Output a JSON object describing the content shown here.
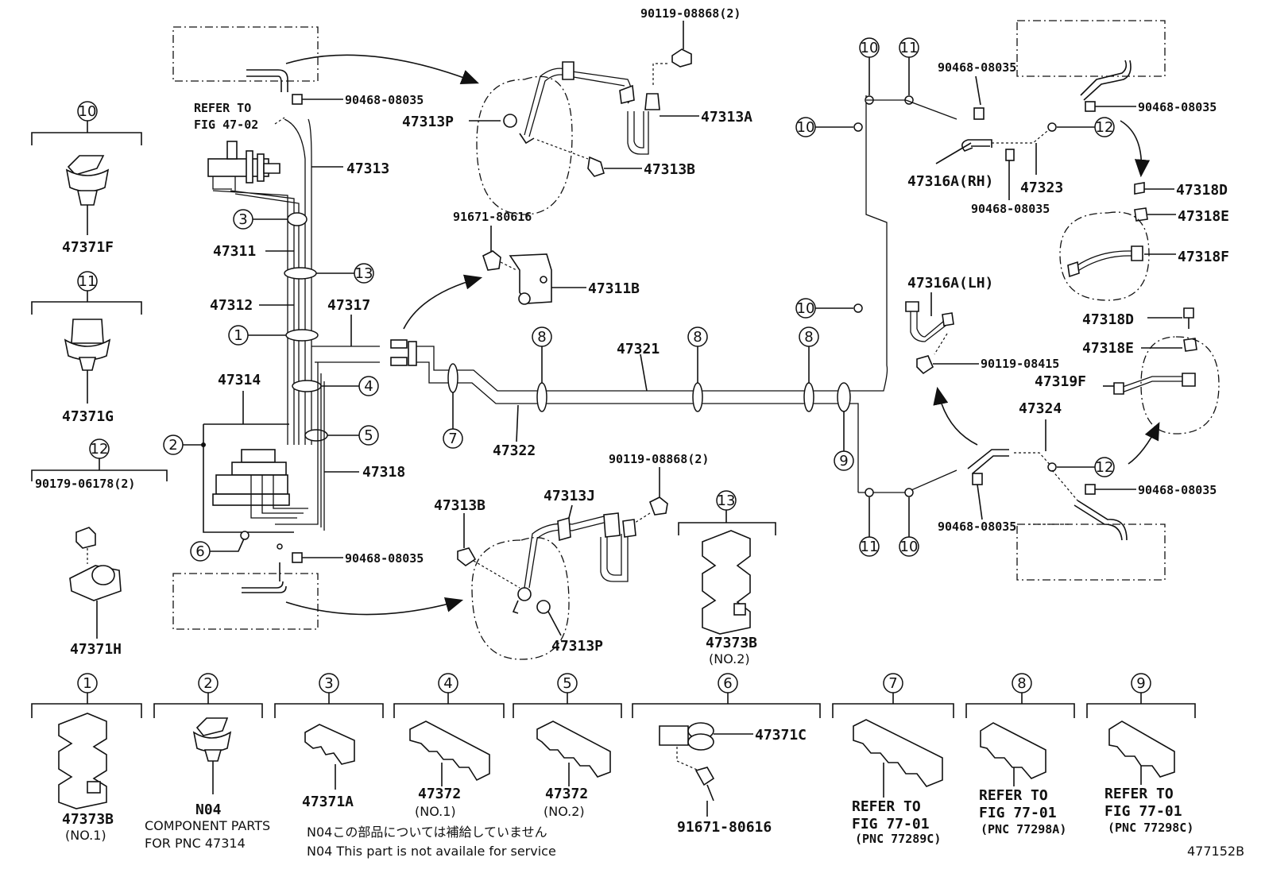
{
  "diagram_id": "477152B",
  "labels": {
    "l47371F": "47371F",
    "l47371G": "47371G",
    "l90179": "90179-06178(2)",
    "l47371H": "47371H",
    "l47373B_top": "47373B",
    "l47373B_top_sub": "(NO.2)",
    "refer_to": "REFER TO",
    "fig_47_02": "FIG 47-02",
    "l90468_a": "90468-08035",
    "l47313": "47313",
    "l47311": "47311",
    "l47312": "47312",
    "l47317": "47317",
    "l47314": "47314",
    "l47318": "47318",
    "l90468_b": "90468-08035",
    "l90119_top": "90119-08868(2)",
    "l47313P_top": "47313P",
    "l47313A": "47313A",
    "l47313B_top": "47313B",
    "l91671_top": "91671-80616",
    "l47311B": "47311B",
    "l47321": "47321",
    "l47322": "47322",
    "l90119_mid": "90119-08868(2)",
    "l47313J": "47313J",
    "l47313B_mid": "47313B",
    "l47313P_mid": "47313P",
    "l90468_r1": "90468-08035",
    "l90468_r2": "90468-08035",
    "l90468_r3": "90468-08035",
    "l47316A_RH": "47316A(RH)",
    "l47323": "47323",
    "l47318D_a": "47318D",
    "l47318E_a": "47318E",
    "l47318F": "47318F",
    "l47316A_LH": "47316A(LH)",
    "l90119_08415": "90119-08415",
    "l47318D_b": "47318D",
    "l47318E_b": "47318E",
    "l47319F": "47319F",
    "l47324": "47324",
    "l90468_r4": "90468-08035",
    "l90468_r5": "90468-08035"
  },
  "callouts": [
    "1",
    "2",
    "3",
    "4",
    "5",
    "6",
    "7",
    "8",
    "9",
    "10",
    "11",
    "12",
    "13"
  ],
  "bottom": {
    "b1_part": "47373B",
    "b1_sub": "(NO.1)",
    "b2_part": "N04",
    "b2_desc1": "COMPONENT PARTS",
    "b2_desc2": "FOR PNC 47314",
    "b3_part": "47371A",
    "b4_part": "47372",
    "b4_sub": "(NO.1)",
    "b5_part": "47372",
    "b5_sub": "(NO.2)",
    "b6_part_a": "47371C",
    "b6_part_b": "91671-80616",
    "b7_ref": "REFER TO",
    "b7_fig": "FIG 77-01",
    "b7_pnc": "(PNC 77289C)",
    "b8_ref": "REFER TO",
    "b8_fig": "FIG 77-01",
    "b8_pnc": "(PNC 77298A)",
    "b9_ref": "REFER TO",
    "b9_fig": "FIG 77-01",
    "b9_pnc": "(PNC 77298C)",
    "note_jp": "N04この部品については補給していません",
    "note_en": "N04 This part is not availale for service"
  }
}
